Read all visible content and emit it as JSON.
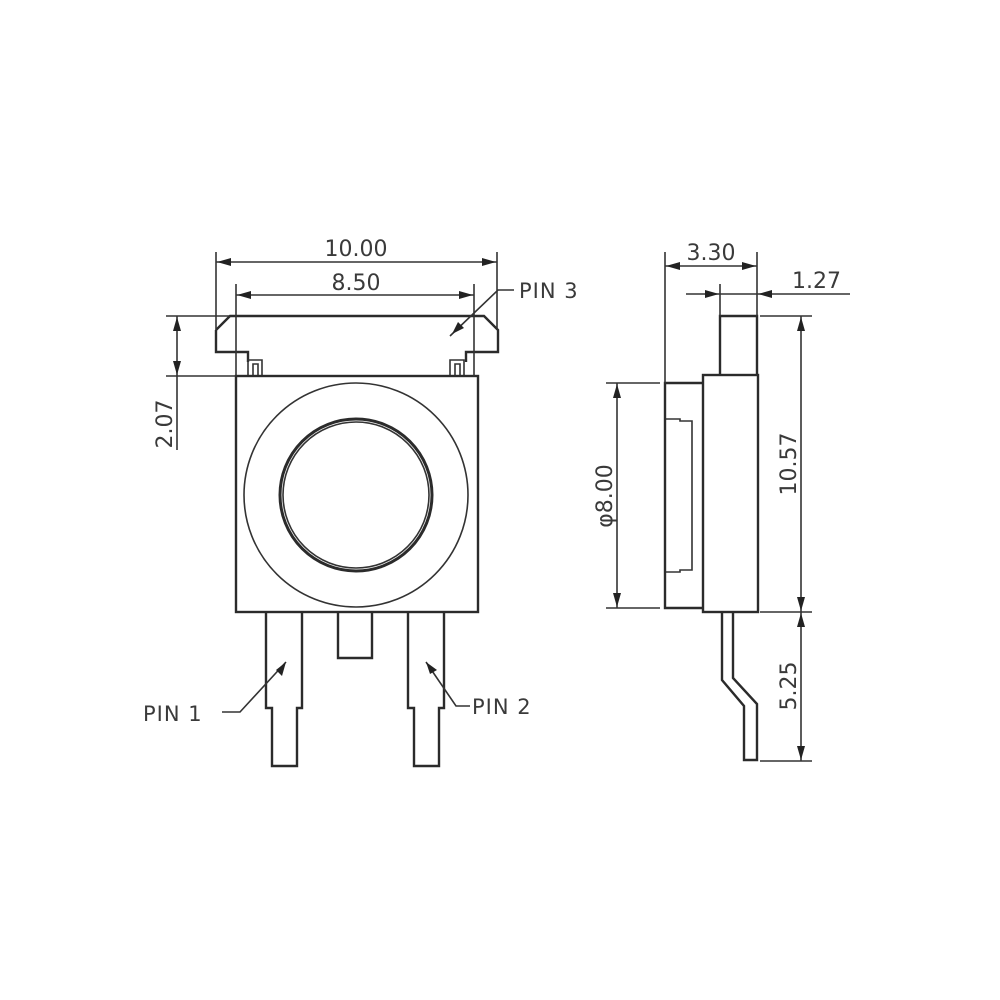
{
  "drawing": {
    "title": "Tactile switch mechanical drawing",
    "line_color": "#2b2b2b",
    "background": "#ffffff"
  },
  "front_view": {
    "dimensions": {
      "overall_width": "10.00",
      "body_width": "8.50",
      "top_tab_height": "2.07"
    },
    "labels": {
      "pin1": "PIN 1",
      "pin2": "PIN 2",
      "pin3": "PIN 3"
    }
  },
  "side_view": {
    "dimensions": {
      "depth": "3.30",
      "lead_thickness": "1.27",
      "button_diameter": "φ8.00",
      "body_height": "10.57",
      "lead_length": "5.25"
    }
  }
}
